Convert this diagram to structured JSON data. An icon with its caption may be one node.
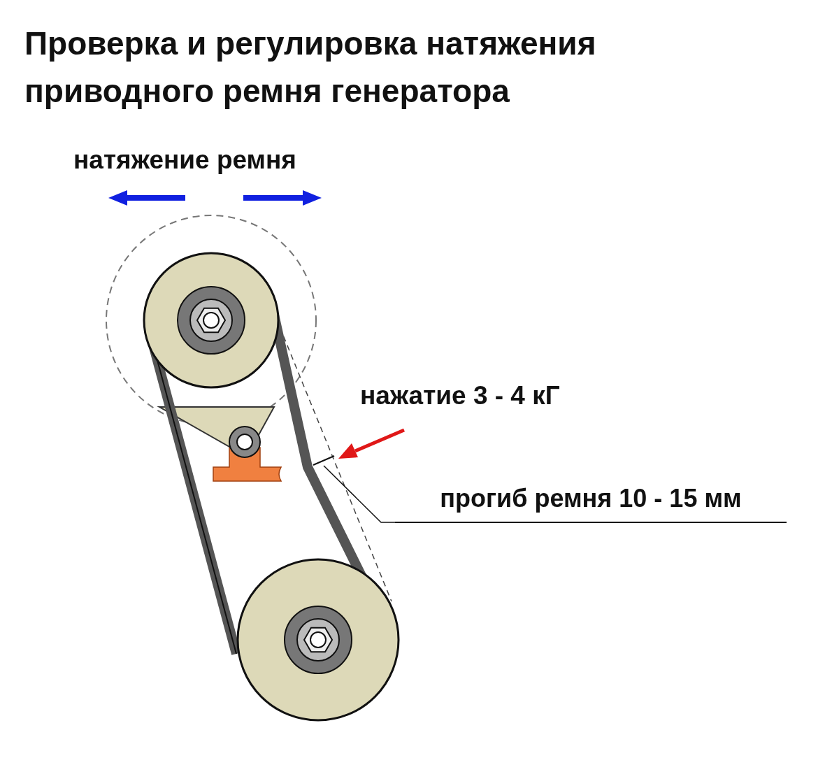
{
  "diagram": {
    "title": "Проверка и регулировка натяжения приводного ремня генератора",
    "nodes": [
      {
        "text": [
          "прогиб ремня 10 - 15 мм"
        ]
      },
      {
        "text": [],
        "shape": "bar"
      }
    ],
    "edges": [
      {
        "from": 0,
        "to": 1,
        "arrow": "none"
      }
    ],
    "labels": [
      "натяжение ремня",
      "нажатие 3 - 4 кГ"
    ]
  }
}
